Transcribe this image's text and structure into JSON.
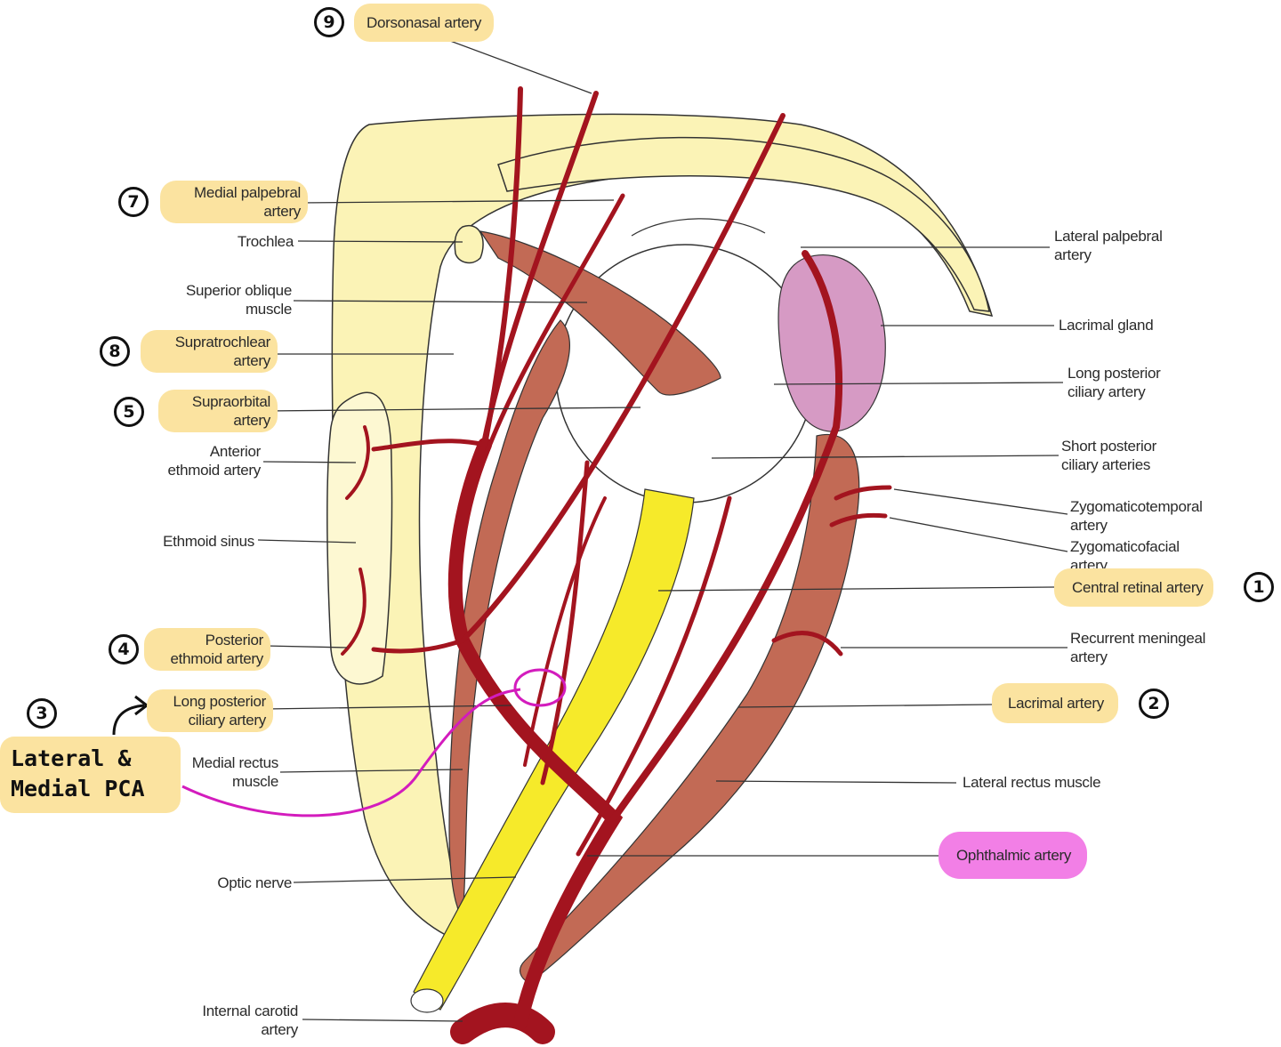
{
  "labels_left": [
    {
      "id": "medial-palpebral",
      "lines": [
        "Medial palpebral",
        "artery"
      ],
      "number": "7",
      "highlight": "yellow"
    },
    {
      "id": "trochlea",
      "lines": [
        "Trochlea"
      ],
      "number": "",
      "highlight": ""
    },
    {
      "id": "superior-oblique",
      "lines": [
        "Superior oblique",
        "muscle"
      ],
      "number": "",
      "highlight": ""
    },
    {
      "id": "supratrochlear",
      "lines": [
        "Supratrochlear",
        "artery"
      ],
      "number": "8",
      "highlight": "yellow"
    },
    {
      "id": "supraorbital",
      "lines": [
        "Supraorbital",
        "artery"
      ],
      "number": "5",
      "highlight": "yellow"
    },
    {
      "id": "anterior-ethmoid",
      "lines": [
        "Anterior",
        "ethmoid artery"
      ],
      "number": "",
      "highlight": ""
    },
    {
      "id": "ethmoid-sinus",
      "lines": [
        "Ethmoid sinus"
      ],
      "number": "",
      "highlight": ""
    },
    {
      "id": "posterior-ethmoid",
      "lines": [
        "Posterior",
        "ethmoid artery"
      ],
      "number": "4",
      "highlight": "yellow"
    },
    {
      "id": "long-posterior-ciliary-left",
      "lines": [
        "Long posterior",
        "ciliary artery"
      ],
      "number": "3",
      "highlight": "yellow"
    },
    {
      "id": "medial-rectus",
      "lines": [
        "Medial rectus",
        "muscle"
      ],
      "number": "",
      "highlight": ""
    },
    {
      "id": "optic-nerve",
      "lines": [
        "Optic nerve"
      ],
      "number": "",
      "highlight": ""
    },
    {
      "id": "internal-carotid",
      "lines": [
        "Internal carotid",
        "artery"
      ],
      "number": "",
      "highlight": ""
    }
  ],
  "labels_right": [
    {
      "id": "lateral-palpebral",
      "lines": [
        "Lateral palpebral",
        "artery"
      ],
      "number": "",
      "highlight": ""
    },
    {
      "id": "lacrimal-gland",
      "lines": [
        "Lacrimal gland"
      ],
      "number": "",
      "highlight": ""
    },
    {
      "id": "long-posterior-ciliary-right",
      "lines": [
        "Long posterior",
        "ciliary artery"
      ],
      "number": "",
      "highlight": ""
    },
    {
      "id": "short-posterior-ciliary",
      "lines": [
        "Short posterior",
        "ciliary arteries"
      ],
      "number": "",
      "highlight": ""
    },
    {
      "id": "zygomaticotemporal",
      "lines": [
        "Zygomaticotemporal",
        "artery"
      ],
      "number": "",
      "highlight": ""
    },
    {
      "id": "zygomaticofacial",
      "lines": [
        "Zygomaticofacial",
        "artery"
      ],
      "number": "",
      "highlight": ""
    },
    {
      "id": "central-retinal",
      "lines": [
        "Central retinal artery"
      ],
      "number": "1",
      "highlight": "yellow"
    },
    {
      "id": "recurrent-meningeal",
      "lines": [
        "Recurrent meningeal",
        "artery"
      ],
      "number": "",
      "highlight": ""
    },
    {
      "id": "lacrimal-artery",
      "lines": [
        "Lacrimal artery"
      ],
      "number": "2",
      "highlight": "yellow"
    },
    {
      "id": "lateral-rectus",
      "lines": [
        "Lateral rectus muscle"
      ],
      "number": "",
      "highlight": ""
    },
    {
      "id": "ophthalmic",
      "lines": [
        "Ophthalmic artery"
      ],
      "number": "",
      "highlight": "pink"
    }
  ],
  "top_label": {
    "lines": [
      "Dorsonasal artery"
    ],
    "number": "9",
    "highlight": "yellow"
  },
  "handwritten_note": {
    "lines": [
      "Lateral &",
      "Medial PCA"
    ]
  },
  "colors": {
    "artery": "#a3141f",
    "muscle": "#c26a55",
    "optic_nerve": "#f6ea2a",
    "orbit_bone": "#fbf3b6",
    "lacrimal_gland": "#d69ac4",
    "highlight_yellow": "#fbe3a0",
    "highlight_pink": "#f27fe6",
    "annotation_magenta": "#d31cbd"
  }
}
